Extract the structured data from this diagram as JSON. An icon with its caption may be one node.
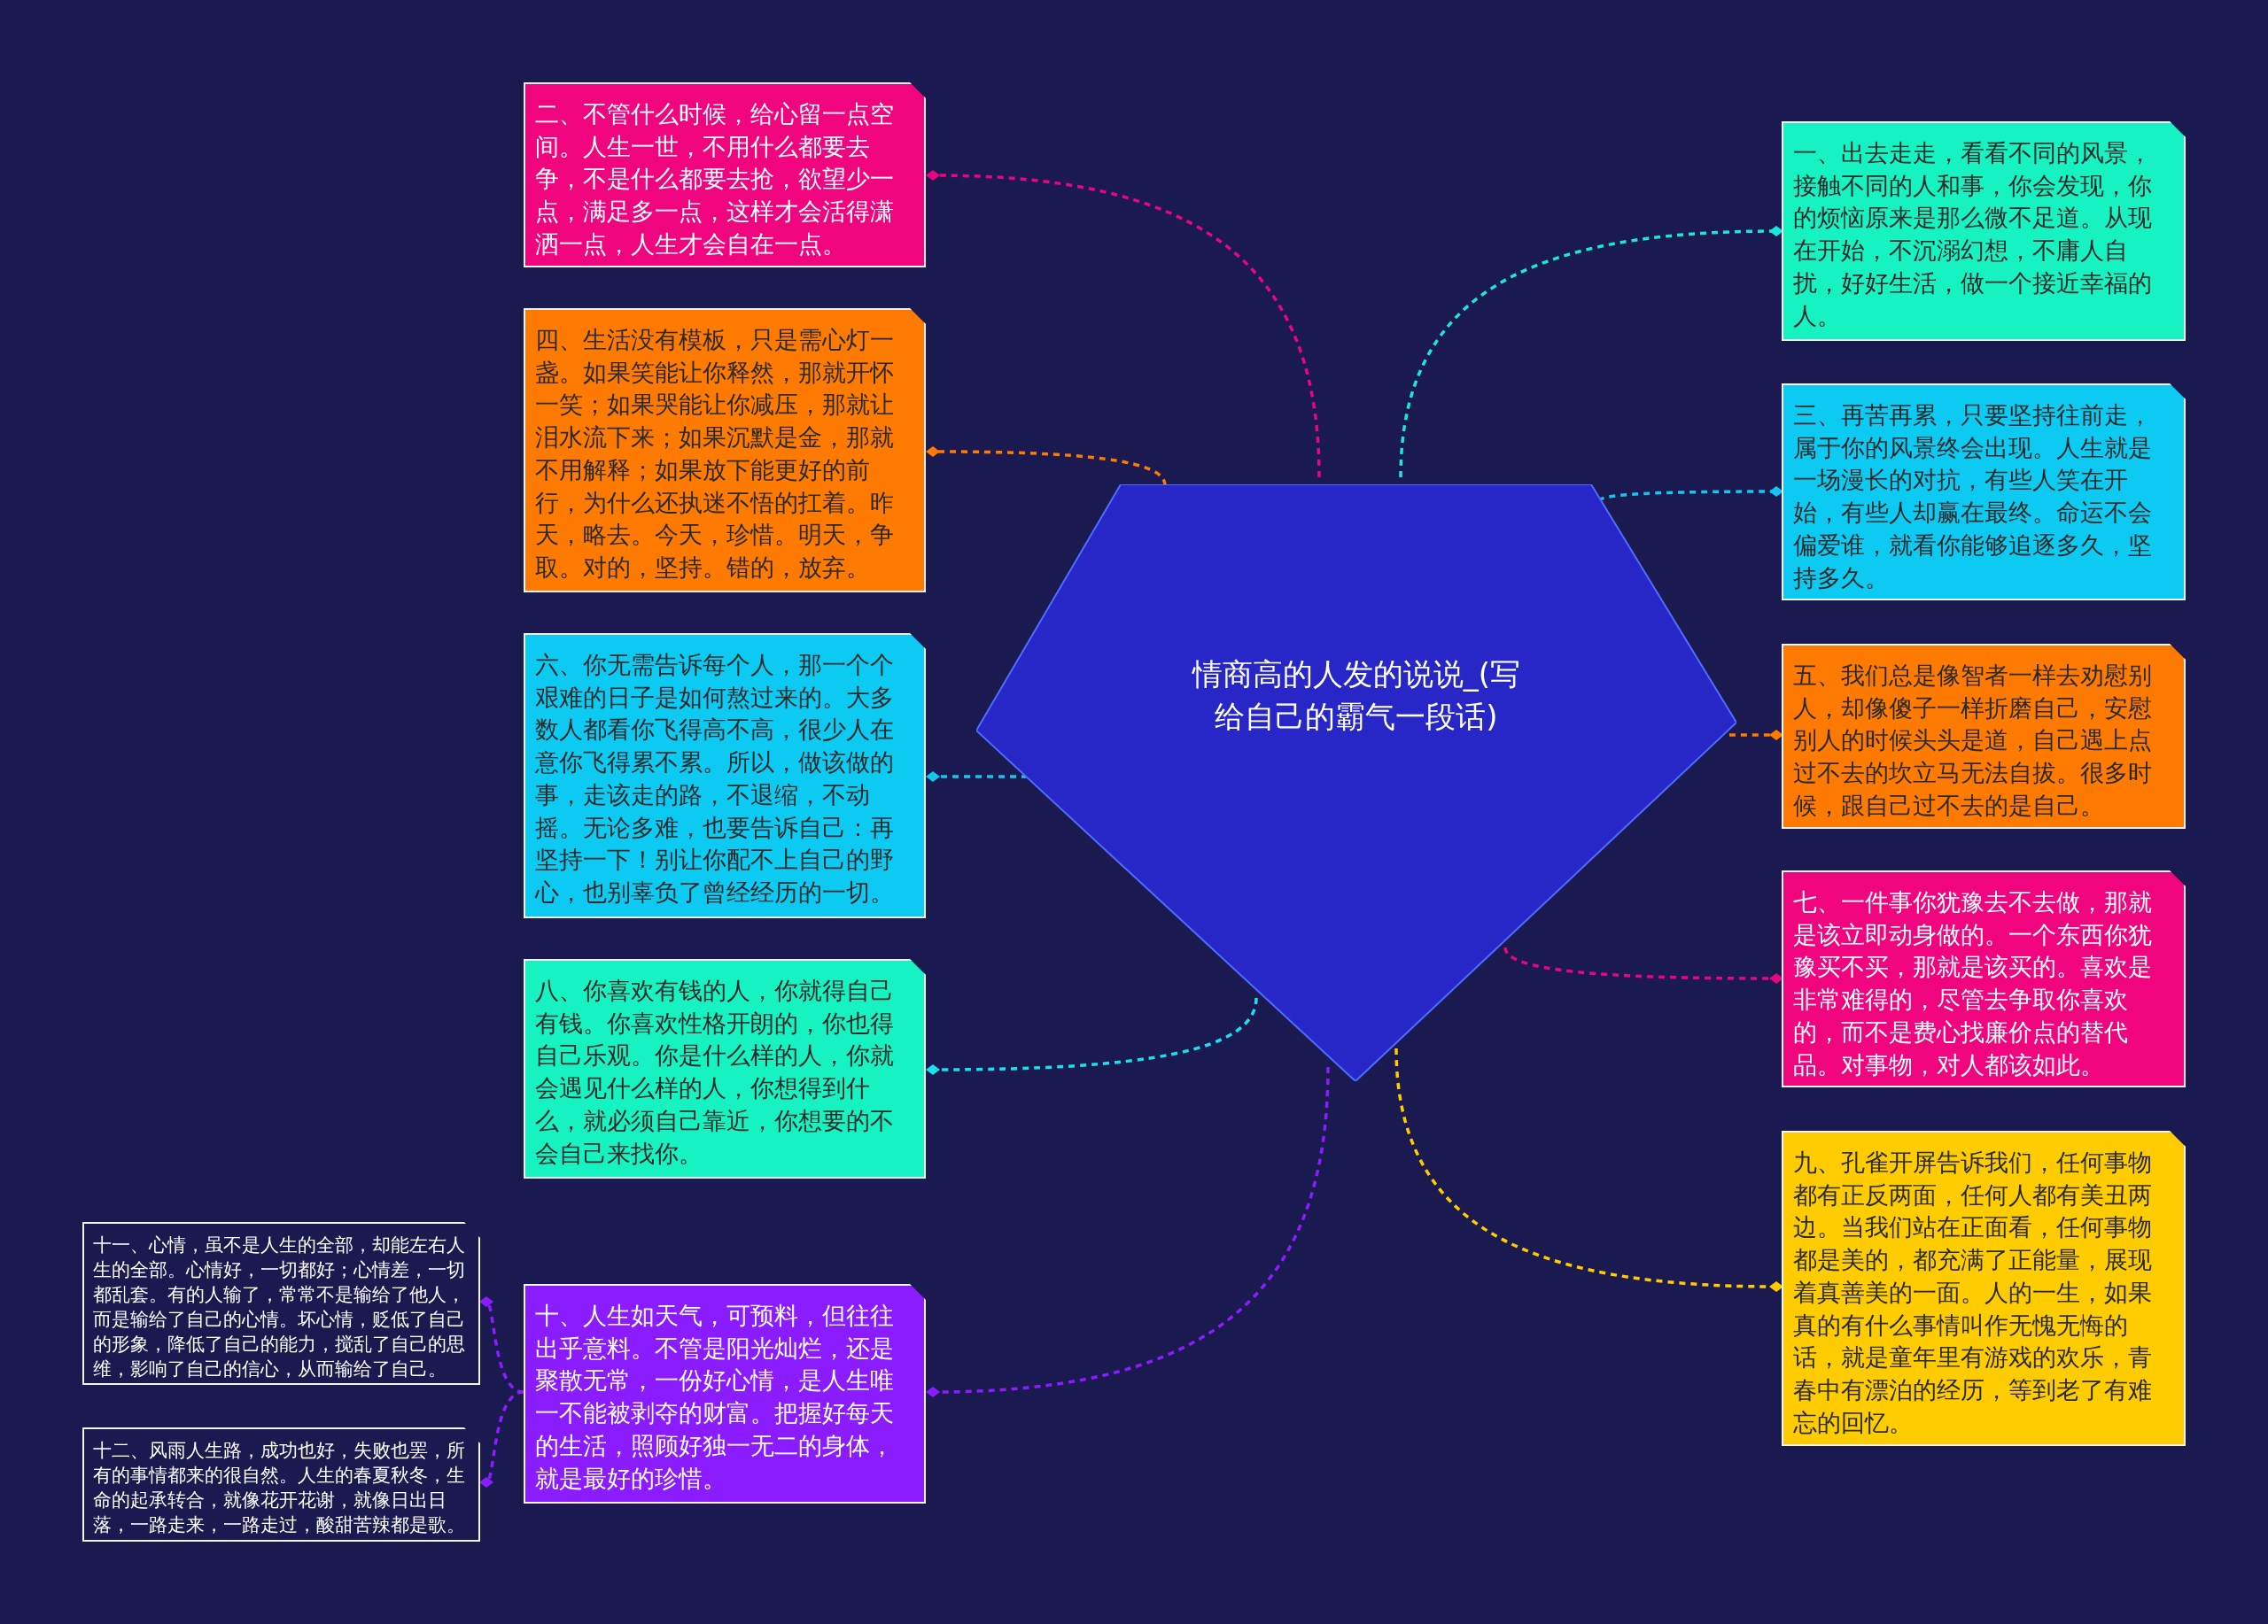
{
  "diagram": {
    "nodes": [
      {
        "text": [
          "情商高的人发的说说_(写给自己的霸气一段话)"
        ]
      },
      {
        "text": [
          "一、出去走走，看看不同的风景，接触不同的人和事，你会发现，你的烦恼原来是那么微不足道。从现在开始，不沉溺幻想，不庸人自扰，好好生活，做一个接近幸福的人。"
        ]
      },
      {
        "text": [
          "二、不管什么时候，给心留一点空间。人生一世，不用什么都要去争，不是什么都要去抢，欲望少一点，满足多一点，这样才会活得潇洒一点，人生才会自在一点。"
        ]
      },
      {
        "text": [
          "三、再苦再累，只要坚持往前走，属于你的风景终会出现。人生就是一场漫长的对抗，有些人笑在开始，有些人却赢在最终。命运不会偏爱谁，就看你能够追逐多久，坚持多久。"
        ]
      },
      {
        "text": [
          "四、生活没有模板，只是需心灯一盏。如果笑能让你释然，那就开怀一笑；如果哭能让你减压，那就让泪水流下来；如果沉默是金，那就不用解释；如果放下能更好的前行，为什么还执迷不悟的扛着。昨天，略去。今天，珍惜。明天，争取。对的，坚持。错的，放弃。"
        ]
      },
      {
        "text": [
          "五、我们总是像智者一样去劝慰别人，却像傻子一样折磨自己，安慰别人的时候头头是道，自己遇上点过不去的坎立马无法自拔。很多时候，跟自己过不去的是自己。"
        ]
      },
      {
        "text": [
          "六、你无需告诉每个人，那一个个艰难的日子是如何熬过来的。大多数人都看你飞得高不高，很少人在意你飞得累不累。所以，做该做的事，走该走的路，不退缩，不动摇。无论多难，也要告诉自己：再坚持一下！别让你配不上自己的野心，也别辜负了曾经经历的一切。"
        ]
      },
      {
        "text": [
          "七、一件事你犹豫去不去做，那就是该立即动身做的。一个东西你犹豫买不买，那就是该买的。喜欢是非常难得的，尽管去争取你喜欢的，而不是费心找廉价点的替代品。对事物，对人都该如此。"
        ]
      },
      {
        "text": [
          "八、你喜欢有钱的人，你就得自己有钱。你喜欢性格开朗的，你也得自己乐观。你是什么样的人，你就会遇见什么样的人，你想得到什么，就必须自己靠近，你想要的不会自己来找你。"
        ]
      },
      {
        "text": [
          "九、孔雀开屏告诉我们，任何事物都有正反两面，任何人都有美丑两边。当我们站在正面看，任何事物都是美的，都充满了正能量，展现着真善美的一面。人的一生，如果真的有什么事情叫作无愧无悔的话，就是童年里有游戏的欢乐，青春中有漂泊的经历，等到老了有难忘的回忆。"
        ]
      },
      {
        "text": [
          "十、人生如天气，可预料，但往往出乎意料。不管是阳光灿烂，还是聚散无常，一份好心情，是人生唯一不能被剥夺的财富。把握好每天的生活，照顾好独一无二的身体，就是最好的珍惜。"
        ]
      },
      {
        "text": [
          "十一、心情，虽不是人生的全部，却能左右人生的全部。心情好，一切都好；心情差，一切都乱套。有的人输了，常常不是输给了他人，而是输给了自己的心情。坏心情，贬低了自己的形象，降低了自己的能力，搅乱了自己的思维，影响了自己的信心，从而输给了自己。"
        ]
      },
      {
        "text": [
          "十二、风雨人生路，成功也好，失败也罢，所有的事情都来的很自然。人生的春夏秋冬，生命的起承转合，就像花开花谢，就像日出日落，一路走来，一路走过，酸甜苦辣都是歌。"
        ]
      }
    ],
    "edges": [
      {
        "from": 0,
        "to": 1,
        "arrow": "other",
        "style": "dashed",
        "color": "#19e6dc"
      },
      {
        "from": 0,
        "to": 2,
        "arrow": "other",
        "style": "dashed",
        "color": "#e8067f"
      },
      {
        "from": 0,
        "to": 3,
        "arrow": "other",
        "style": "dashed",
        "color": "#12c8f0"
      },
      {
        "from": 0,
        "to": 4,
        "arrow": "other",
        "style": "dashed",
        "color": "#ff7a00"
      },
      {
        "from": 0,
        "to": 5,
        "arrow": "other",
        "style": "dashed",
        "color": "#ff7a00"
      },
      {
        "from": 0,
        "to": 6,
        "arrow": "other",
        "style": "dashed",
        "color": "#12c8f0"
      },
      {
        "from": 0,
        "to": 7,
        "arrow": "other",
        "style": "dashed",
        "color": "#e8067f"
      },
      {
        "from": 0,
        "to": 8,
        "arrow": "other",
        "style": "dashed",
        "color": "#19e0f0"
      },
      {
        "from": 0,
        "to": 9,
        "arrow": "other",
        "style": "dashed",
        "color": "#ffcc00"
      },
      {
        "from": 0,
        "to": 10,
        "arrow": "other",
        "style": "dashed",
        "color": "#8a1cff"
      },
      {
        "from": 10,
        "to": 11,
        "arrow": "other",
        "style": "dashed",
        "color": "#8a1cff"
      },
      {
        "from": 10,
        "to": 12,
        "arrow": "other",
        "style": "dashed",
        "color": "#8a1cff"
      }
    ]
  }
}
